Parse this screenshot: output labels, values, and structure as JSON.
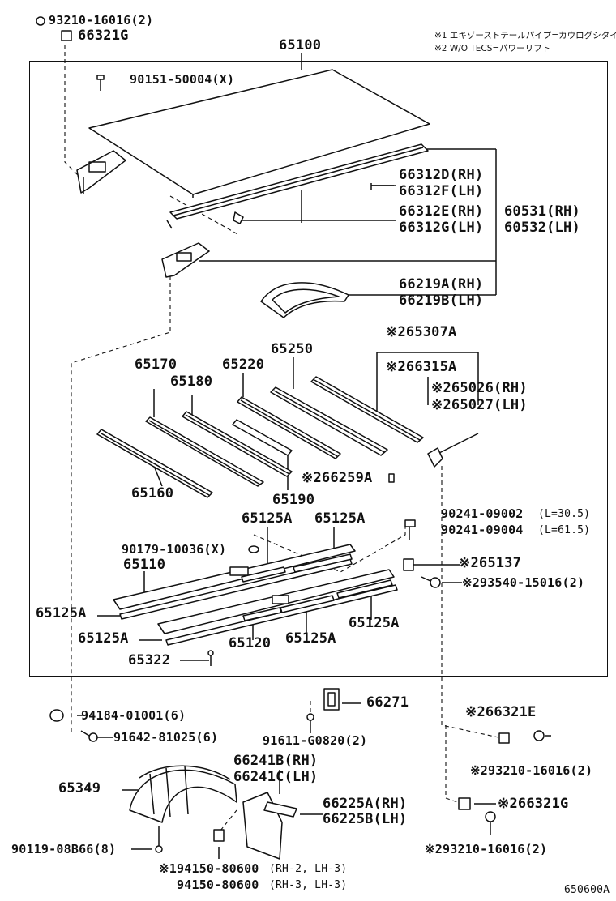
{
  "notes": [
    "※1 エキゾーストテールパイプ=カウログシタイプ",
    "※2 W/O TECS=パワーリフト"
  ],
  "labels": {
    "p93210_16016_2_top": "93210-16016(2)",
    "p66321G_top": "66321G",
    "p65100": "65100",
    "p90151": "90151-50004(X)",
    "p66312D": "66312D(RH)",
    "p66312F": "66312F(LH)",
    "p66312E": "66312E(RH)",
    "p66312G": "66312G(LH)",
    "p60531": "60531(RH)",
    "p60532": "60532(LH)",
    "p66219A": "66219A(RH)",
    "p66219B": "66219B(LH)",
    "p65307A": "※265307A",
    "p66315A": "※266315A",
    "p65026": "※265026(RH)",
    "p65027": "※265027(LH)",
    "p65170": "65170",
    "p65180": "65180",
    "p65220": "65220",
    "p65250": "65250",
    "p65160": "65160",
    "p66259A": "※266259A",
    "p65190": "65190",
    "p65125A_1": "65125A",
    "p65125A_2": "65125A",
    "p90241_a": "90241-09002",
    "p90241_a_len": "(L=30.5)",
    "p90241_b": "90241-09004",
    "p90241_b_len": "(L=61.5)",
    "p90179": "90179-10036(X)",
    "p65110": "65110",
    "p65137": "※265137",
    "p93540": "※293540-15016(2)",
    "p65125A_3": "65125A",
    "p65125A_4": "65125A",
    "p65125A_5": "65125A",
    "p65125A_6": "65125A",
    "p65120": "65120",
    "p65322": "65322",
    "p94184": "94184-01001(6)",
    "p91642": "91642-81025(6)",
    "p66271": "66271",
    "p91611": "91611-G0820(2)",
    "p66321E": "※266321E",
    "p93210_mid": "※293210-16016(2)",
    "p66241B": "66241B(RH)",
    "p66241C": "66241C(LH)",
    "p65349": "65349",
    "p66225A": "66225A(RH)",
    "p66225B": "66225B(LH)",
    "p66321G_low": "※266321G",
    "p90119": "90119-08B66(8)",
    "p94150_a": "※194150-80600",
    "p94150_a_note": "(RH-2, LH-3)",
    "p94150_b": "94150-80600",
    "p94150_b_note": "(RH-3, LH-3)",
    "p93210_bottom": "※293210-16016(2)",
    "figure_code": "650600A"
  }
}
